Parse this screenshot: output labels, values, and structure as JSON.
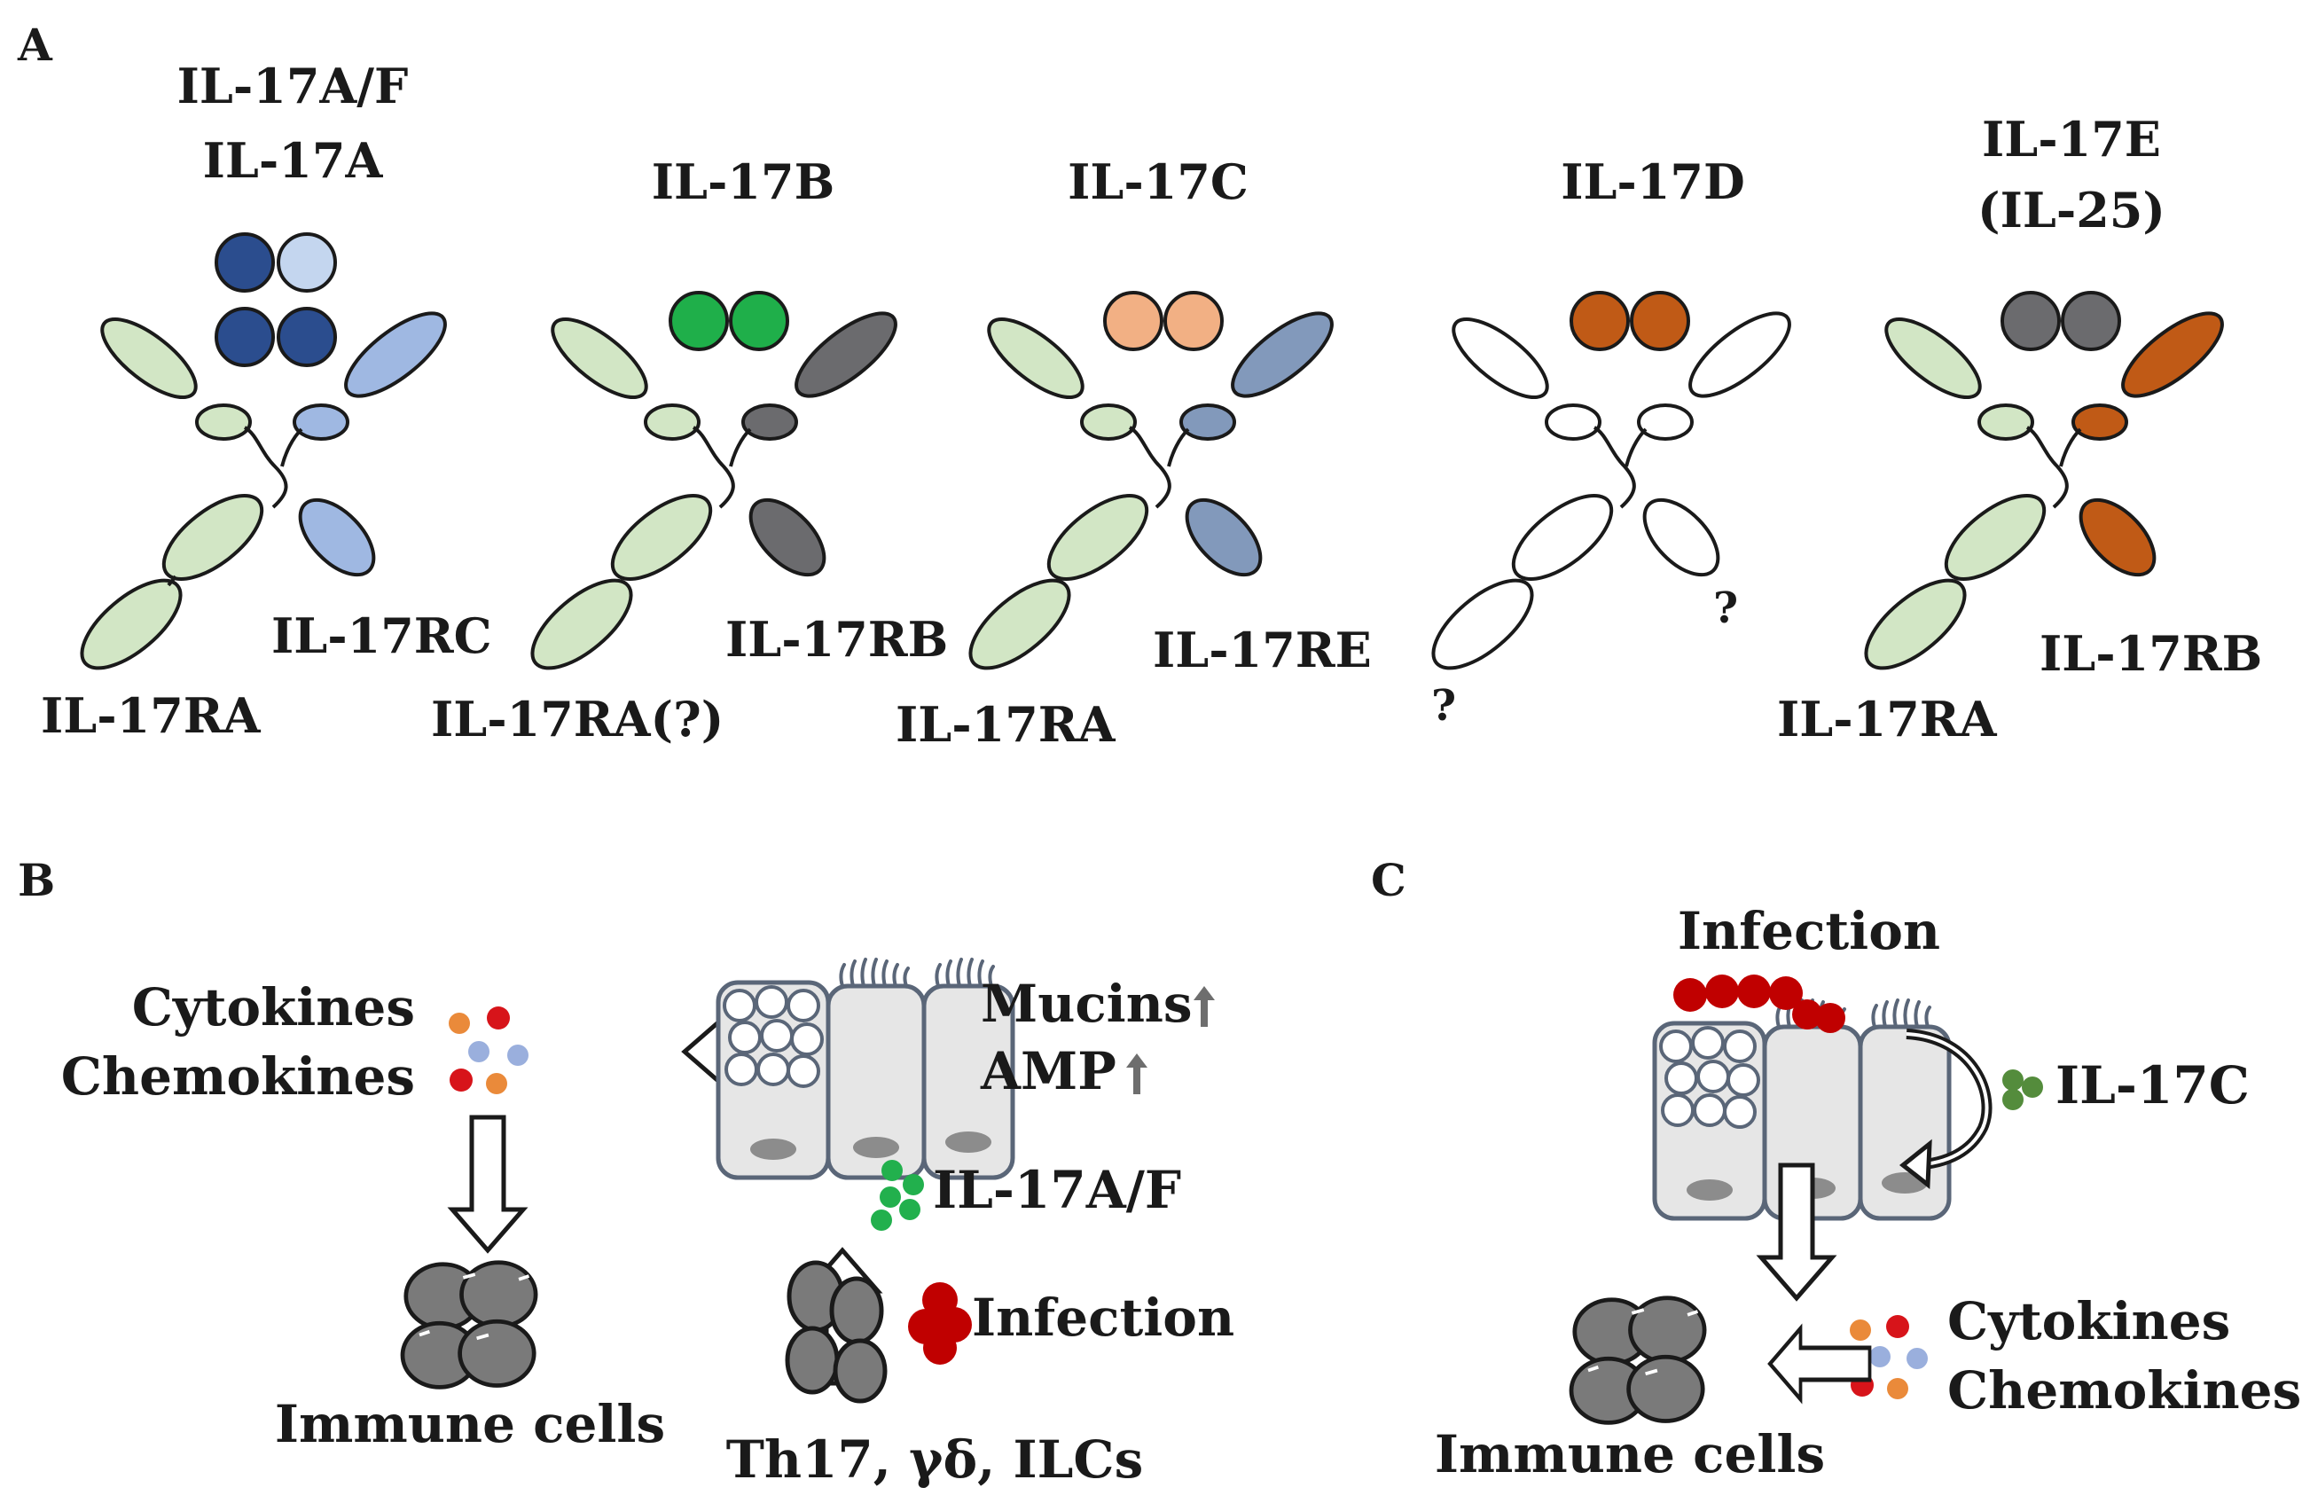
{
  "panels": {
    "a": "A",
    "b": "B",
    "c": "C"
  },
  "panel_a": {
    "complexes": [
      {
        "ligand_lines": [
          "IL-17A/F",
          "IL-17A"
        ],
        "left_receptor": "IL-17RA",
        "right_receptor": "IL-17RC",
        "colors": {
          "left": "#d2e6c5",
          "right": "#9fb8e2",
          "ligand_dark": "#2b4d8e",
          "ligand_light": "#c4d6ef"
        }
      },
      {
        "ligand_lines": [
          "IL-17B"
        ],
        "left_receptor": "IL-17RA(?)",
        "right_receptor": "IL-17RB",
        "colors": {
          "left": "#d2e6c5",
          "right": "#6b6b6e",
          "ligand": "#1faf4a"
        }
      },
      {
        "ligand_lines": [
          "IL-17C"
        ],
        "left_receptor": "IL-17RA",
        "right_receptor": "IL-17RE",
        "colors": {
          "left": "#d2e6c5",
          "right": "#8299bb",
          "ligand": "#f2b084"
        }
      },
      {
        "ligand_lines": [
          "IL-17D"
        ],
        "left_receptor": "?",
        "right_receptor": "?",
        "colors": {
          "left": "#ffffff",
          "right": "#ffffff",
          "ligand": "#c05a16"
        }
      },
      {
        "ligand_lines": [
          "IL-17E",
          "(IL-25)"
        ],
        "left_receptor": "IL-17RA",
        "right_receptor": "IL-17RB",
        "colors": {
          "left": "#d2e6c5",
          "right": "#c05a16",
          "ligand": "#6b6b6e"
        }
      }
    ]
  },
  "panel_b": {
    "cytokines": "Cytokines",
    "chemokines": "Chemokines",
    "mucins": "Mucins",
    "amp": "AMP",
    "il17af": "IL-17A/F",
    "infection": "Infection",
    "immune_cells": "Immune cells",
    "producers": "Th17, γδ, ILCs"
  },
  "panel_c": {
    "infection": "Infection",
    "il17c": "IL-17C",
    "cytokines": "Cytokines",
    "chemokines": "Chemokines",
    "immune_cells": "Immune cells"
  },
  "colors": {
    "outline": "#5a6678",
    "cell_fill": "#e6e6e6",
    "nucleus": "#8c8c8c",
    "bacteria": "#c00000",
    "il17af_dots": "#22b04d",
    "il17c_dots": "#548c3c",
    "cytokine_orange": "#ea8a3a",
    "cytokine_red": "#d7141a",
    "cytokine_blue": "#9aafdd",
    "immune_cell": "#7a7a7a",
    "up_arrow": "#6e6e6e"
  }
}
